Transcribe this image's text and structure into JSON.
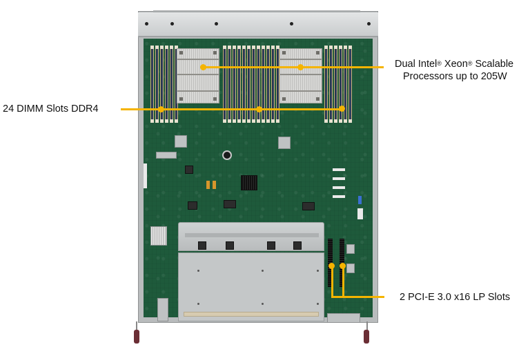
{
  "figure": {
    "subject": "Server motherboard top-view with callouts",
    "colors": {
      "callout": "#f5b400",
      "pcb": "#1e5a3b",
      "chassis": "#b9bcbd",
      "text": "#111111"
    }
  },
  "callouts": {
    "processors": {
      "line1_pre": "Dual Intel",
      "reg1": "®",
      "line1_mid": " Xeon",
      "reg2": "®",
      "line1_post": " Scalable",
      "line2": "Processors up to 205W"
    },
    "dimm": {
      "label": "24 DIMM Slots DDR4"
    },
    "pcie": {
      "label": "2 PCI-E 3.0 x16 LP Slots"
    }
  }
}
